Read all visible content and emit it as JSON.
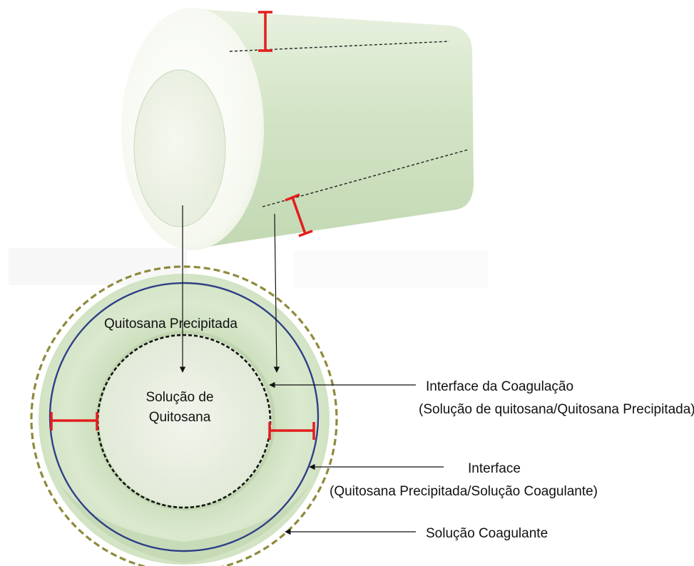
{
  "labels": {
    "precipitated": "Quitosana Precipitada",
    "solution_line1": "Solução de",
    "solution_line2": "Quitosana",
    "coag_interface_line1": "Interface da Coagulação",
    "coag_interface_line2": "(Solução de quitosana/Quitosana Precipitada)",
    "outer_interface_line1": "Interface",
    "outer_interface_line2": "(Quitosana Precipitada/Solução Coagulante)",
    "coagulant": "Solução Coagulante"
  },
  "colors": {
    "membrane_green": "#d3e4c6",
    "membrane_green_dark": "#b9d2a9",
    "face_white": "#f6f9f1",
    "thickness_marker": "#e31d1d",
    "outer_ring_blue": "#2f3f86",
    "coagulant_dash": "#8e8a3b",
    "inner_dash": "#111111"
  }
}
